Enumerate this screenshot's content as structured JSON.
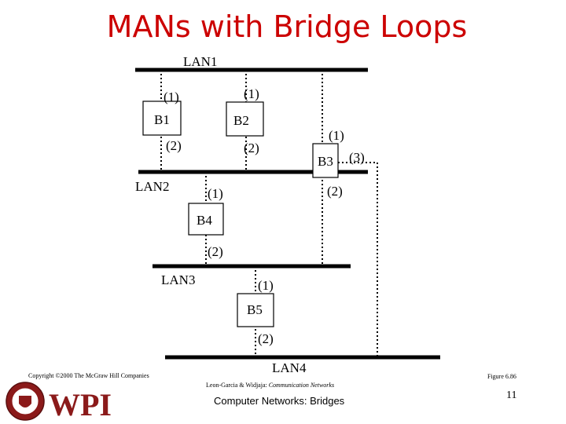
{
  "title": "MANs with Bridge Loops",
  "diagram": {
    "lans": [
      {
        "id": "lan1",
        "label": "LAN1"
      },
      {
        "id": "lan2",
        "label": "LAN2"
      },
      {
        "id": "lan3",
        "label": "LAN3"
      },
      {
        "id": "lan4",
        "label": "LAN4"
      }
    ],
    "bridges": [
      {
        "id": "b1",
        "label": "B1",
        "ports": [
          "(1)",
          "(2)"
        ]
      },
      {
        "id": "b2",
        "label": "B2",
        "ports": [
          "(1)",
          "(2)"
        ]
      },
      {
        "id": "b3",
        "label": "B3",
        "ports": [
          "(1)",
          "(2)",
          "(3)"
        ]
      },
      {
        "id": "b4",
        "label": "B4",
        "ports": [
          "(1)",
          "(2)"
        ]
      },
      {
        "id": "b5",
        "label": "B5",
        "ports": [
          "(1)",
          "(2)"
        ]
      }
    ]
  },
  "footer": {
    "copyright": "Copyright ©2000 The McGraw Hill Companies",
    "citation_authors": "Leon-Garcia & Widjaja: ",
    "citation_title": "Communication Networks",
    "figure": "Figure 6.86",
    "subtitle": "Computer Networks: Bridges",
    "page_number": "11",
    "logo_text": "WPI"
  }
}
